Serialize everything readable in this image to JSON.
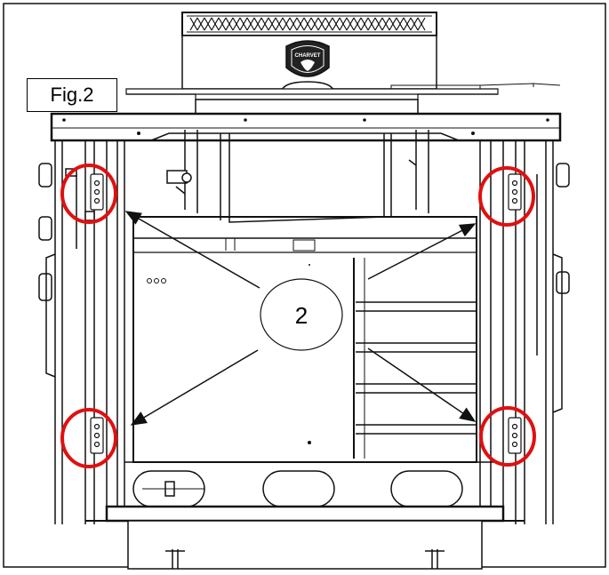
{
  "figure": {
    "label": "Fig.2",
    "callout_number": "2",
    "brand": "CHARVET"
  },
  "colors": {
    "line": "#111111",
    "highlight": "#e01010",
    "panel_fill": "#ffffff",
    "shade": "#cfcfcf"
  }
}
